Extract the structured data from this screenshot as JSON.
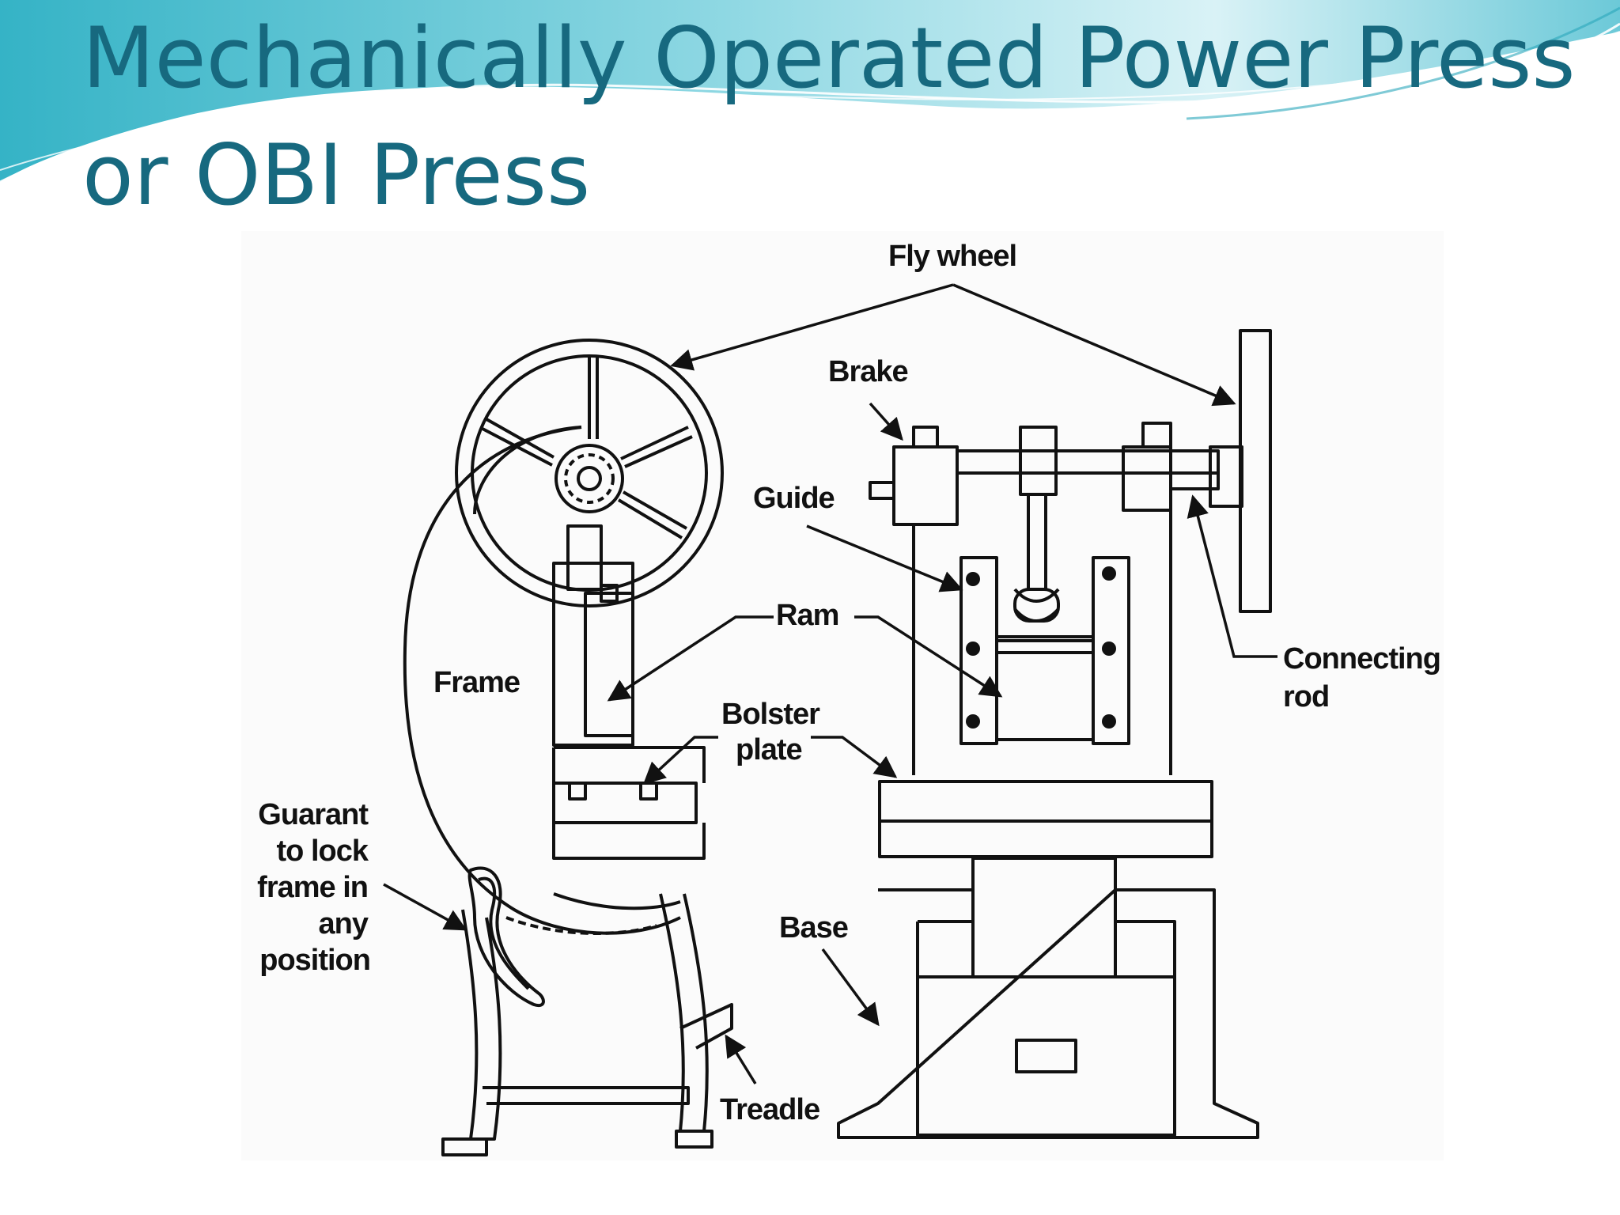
{
  "slide": {
    "title_line1": "Mechanically Operated Power Press",
    "title_line2": "or OBI Press"
  },
  "colors": {
    "title": "#17697f",
    "wave_dark": "#3fb8c9",
    "wave_light": "#bfe9ef",
    "diagram_ink": "#111111"
  },
  "diagram": {
    "labels": {
      "fly_wheel": "Fly wheel",
      "brake": "Brake",
      "guide": "Guide",
      "ram": "Ram",
      "frame": "Frame",
      "bolster_line1": "Bolster",
      "bolster_line2": "plate",
      "connecting_line1": "Connecting",
      "connecting_line2": "rod",
      "guarant_line1": "Guarant",
      "guarant_line2": "to lock",
      "guarant_line3": "frame in",
      "guarant_line4": "any",
      "guarant_line5": "position",
      "base": "Base",
      "treadle": "Treadle"
    }
  }
}
